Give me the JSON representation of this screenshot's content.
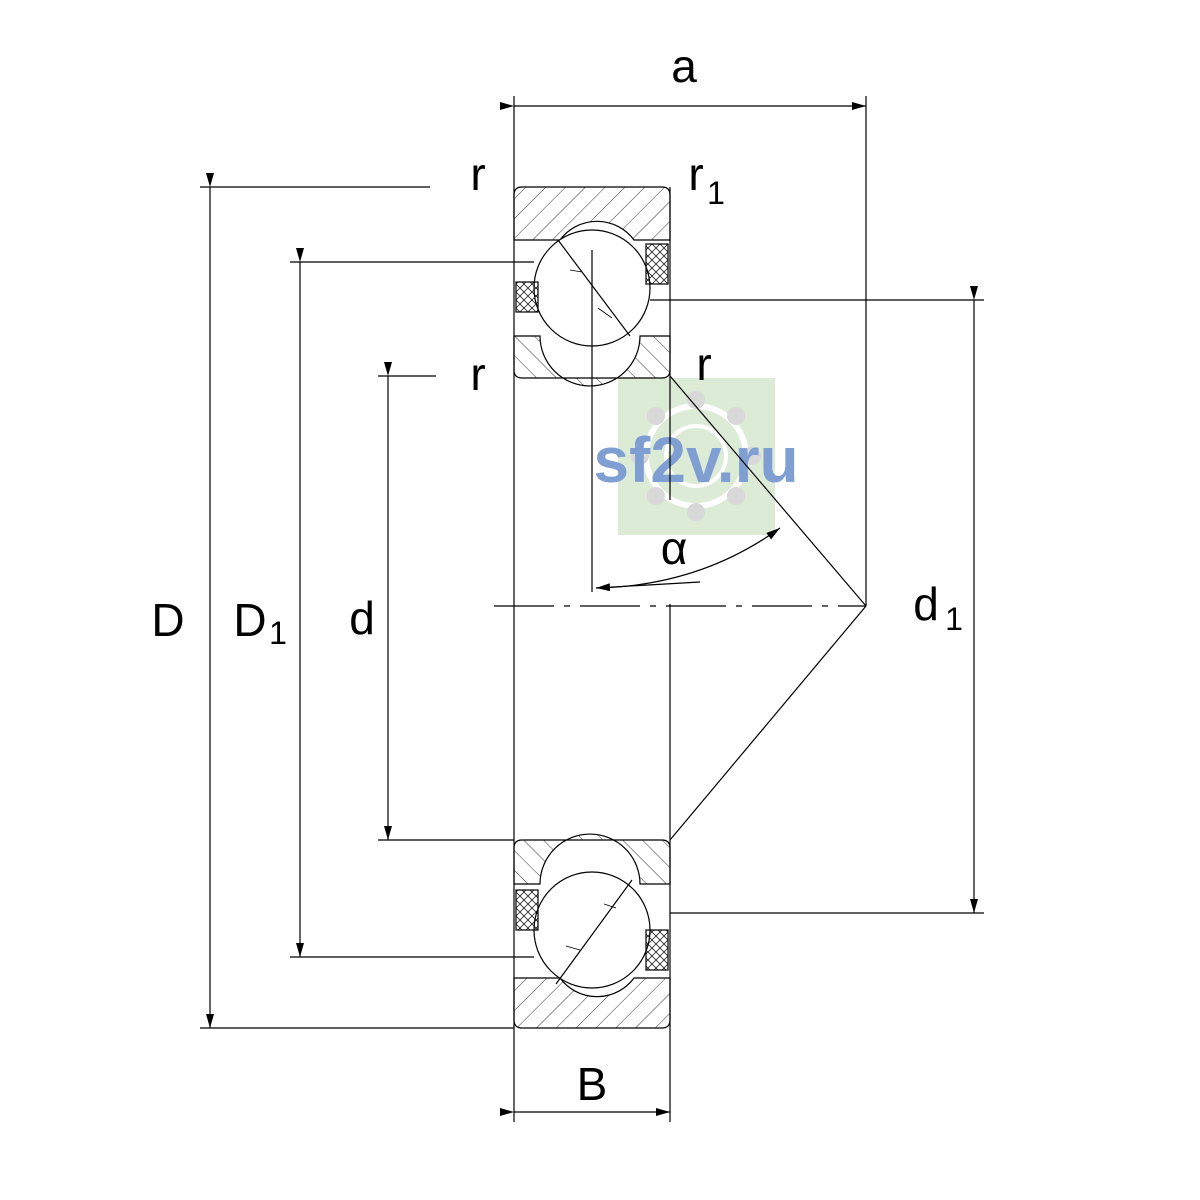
{
  "labels": {
    "a": "a",
    "r_top_left": "r",
    "r1": "r",
    "r1_sub": "1",
    "r_mid_left": "r",
    "r_mid_right": "r",
    "D": "D",
    "D1": "D",
    "D1_sub": "1",
    "d": "d",
    "d1": "d",
    "d1_sub": "1",
    "alpha": "α",
    "B": "B"
  },
  "watermark": {
    "text": "sf2v.ru",
    "text_color": "#7f9fd3",
    "bg_color": "#dcebd6"
  },
  "colors": {
    "line": "#000000",
    "background": "#ffffff"
  }
}
